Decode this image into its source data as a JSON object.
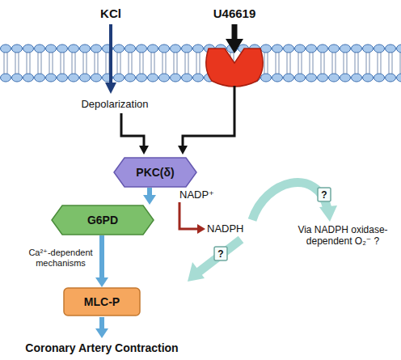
{
  "diagram": {
    "nodes": [
      {
        "text": [
          "PKC(δ)"
        ]
      },
      {
        "text": [
          "?"
        ]
      },
      {
        "text": [
          "G6PD"
        ]
      },
      {
        "text": [
          "?"
        ]
      },
      {
        "text": [
          "MLC-P"
        ]
      }
    ],
    "edges": [
      {
        "from": 0,
        "to": 2,
        "arrow": "to"
      },
      {
        "from": 2,
        "to": 4,
        "arrow": "to"
      }
    ],
    "labels": [
      "KCl",
      "U46619",
      "Depolarization",
      "NADP⁺",
      "NADPH",
      "Ca²⁺-dependent mechanisms",
      "Via NADPH oxidase-dependent O₂⁻ ?",
      "Coronary Artery Contraction"
    ]
  }
}
